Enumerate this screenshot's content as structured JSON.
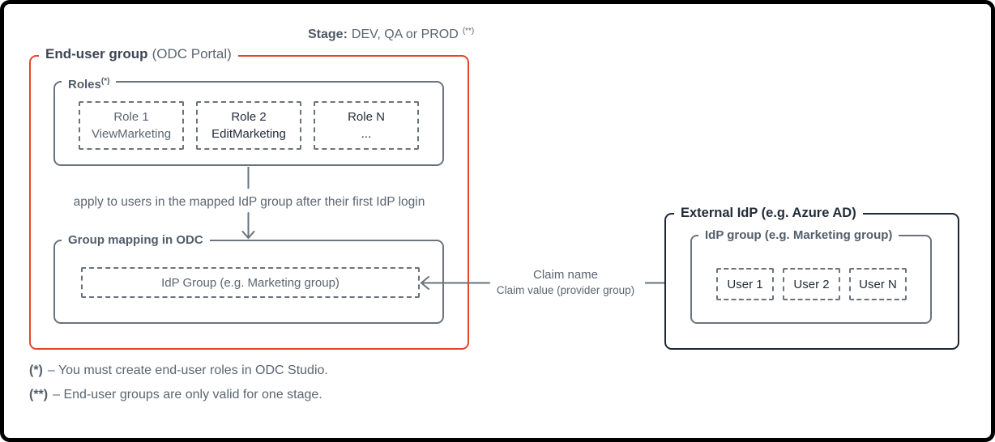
{
  "stage": {
    "label": "Stage:",
    "value": "DEV, QA or PROD",
    "footnote_ref": "(**)"
  },
  "end_user_group": {
    "title": "End-user group",
    "title_suffix": "(ODC Portal)",
    "roles": {
      "label": "Roles",
      "footnote_ref": "(*)",
      "items": [
        {
          "name": "Role 1",
          "value": "ViewMarketing"
        },
        {
          "name": "Role 2",
          "value": "EditMarketing"
        },
        {
          "name": "Role N",
          "value": "..."
        }
      ]
    },
    "apply_note": "apply to users in the mapped IdP group after their first IdP login",
    "group_mapping": {
      "label": "Group mapping in ODC",
      "idp_group": "IdP Group (e.g. Marketing group)"
    }
  },
  "claim": {
    "name": "Claim name",
    "value": "Claim value (provider group)"
  },
  "external_idp": {
    "title": "External IdP (e.g. Azure AD)",
    "idp_group": {
      "label": "IdP group (e.g. Marketing group)",
      "users": [
        "User 1",
        "User 2",
        "User N"
      ]
    }
  },
  "footnotes": [
    {
      "marker": "(*)",
      "text": "– You must create end-user roles in ODC Studio."
    },
    {
      "marker": "(**)",
      "text": "– End-user groups are only valid for one stage."
    }
  ],
  "colors": {
    "accent_red": "#E8432C",
    "border_gray": "#6A737E",
    "text_gray": "#5B6571",
    "dark_navy": "#1D2736",
    "background": "#FFFFFF",
    "frame": "#000000"
  }
}
